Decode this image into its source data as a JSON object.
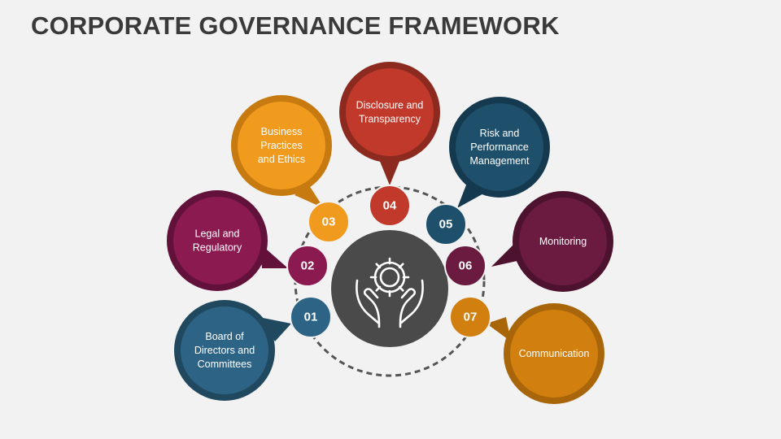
{
  "title": "CORPORATE GOVERNANCE FRAMEWORK",
  "center_icon": "hands-gear-icon",
  "items": [
    {
      "number": "01",
      "lines": [
        "Board of",
        "Directors and",
        "Committees"
      ],
      "color": "#2d6486",
      "dark": "#20495f"
    },
    {
      "number": "02",
      "lines": [
        "Legal and",
        "Regulatory"
      ],
      "color": "#8a1a50",
      "dark": "#62123a"
    },
    {
      "number": "03",
      "lines": [
        "Business",
        "Practices",
        "and Ethics"
      ],
      "color": "#f09a1e",
      "dark": "#c77a10"
    },
    {
      "number": "04",
      "lines": [
        "Disclosure and",
        "Transparency"
      ],
      "color": "#c0392b",
      "dark": "#8c2a1f"
    },
    {
      "number": "05",
      "lines": [
        "Risk and",
        "Performance",
        "Management"
      ],
      "color": "#1e4f6b",
      "dark": "#153a4f"
    },
    {
      "number": "06",
      "lines": [
        "Monitoring"
      ],
      "color": "#6b1a40",
      "dark": "#4d122e"
    },
    {
      "number": "07",
      "lines": [
        "Communication"
      ],
      "color": "#d17f0f",
      "dark": "#a8650a"
    }
  ]
}
